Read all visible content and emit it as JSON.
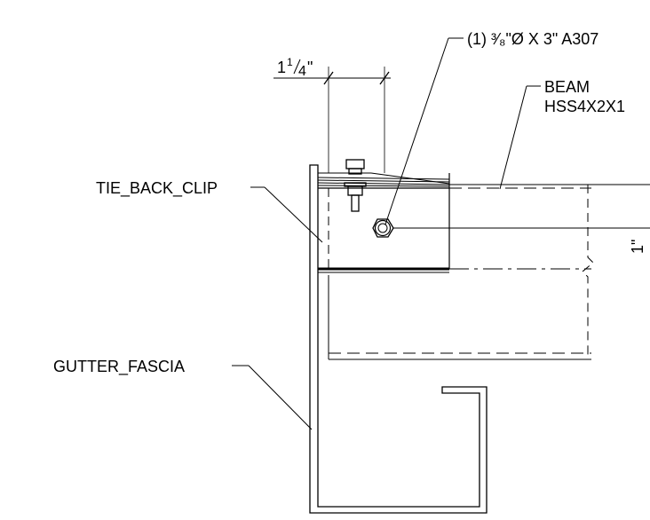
{
  "labels": {
    "bolt_callout": "(1) ³⁄₈\"Ø X 3\" A307",
    "dimension_whole": "1",
    "dimension_fraction_num": "1",
    "dimension_fraction_den": "4",
    "dimension_unit": "\"",
    "beam_line1": "BEAM",
    "beam_line2": "HSS4X2X1",
    "tie_back_clip": "TIE_BACK_CLIP",
    "gutter_fascia": "GUTTER_FASCIA",
    "right_dimension": "1\""
  }
}
